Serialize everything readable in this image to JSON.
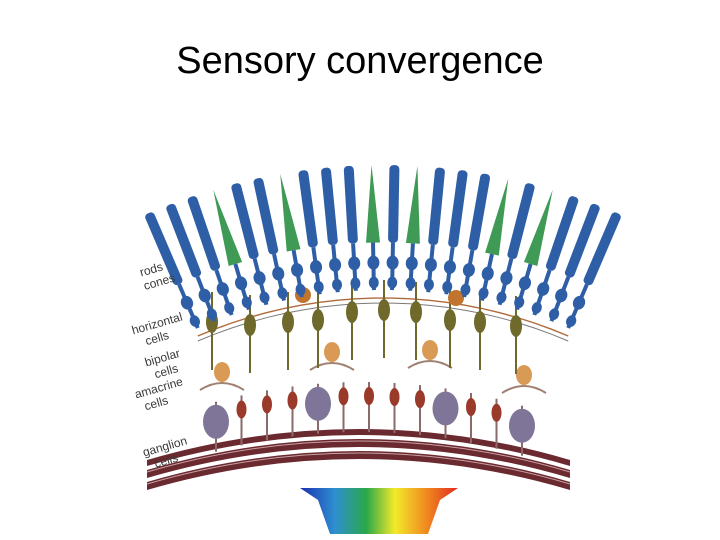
{
  "title": "Sensory convergence",
  "labels": {
    "rods": "rods",
    "cones": "cones",
    "horizontal_1": "horizontal",
    "horizontal_2": "cells",
    "bipolar_1": "bipolar",
    "bipolar_2": "cells",
    "amacrine_1": "amacrine",
    "amacrine_2": "cells",
    "ganglion_1": "ganglion",
    "ganglion_2": "cells"
  },
  "colors": {
    "rod": "#2e5fa6",
    "cone": "#3e9a54",
    "horizontal": "#c0742e",
    "bipolar": "#6f6a2c",
    "amacrine": "#d99a55",
    "ganglion_large": "#7e7598",
    "ganglion_small": "#9a3a2a",
    "nerve_fiber": "#6b2a2f",
    "light_spectrum": [
      "#1a2fb0",
      "#2f8fd0",
      "#2aa84a",
      "#f2ea2a",
      "#f08a20",
      "#e02a20"
    ]
  },
  "photoreceptor_sequence": [
    "rod",
    "rod",
    "rod",
    "cone",
    "rod",
    "rod",
    "cone",
    "rod",
    "rod",
    "rod",
    "cone",
    "rod",
    "cone",
    "rod",
    "rod",
    "rod",
    "cone",
    "rod",
    "cone",
    "rod",
    "rod",
    "rod"
  ],
  "ganglion_sequence": [
    "large",
    "small",
    "small",
    "small",
    "large",
    "small",
    "small",
    "small",
    "small",
    "large",
    "small",
    "small",
    "large"
  ]
}
